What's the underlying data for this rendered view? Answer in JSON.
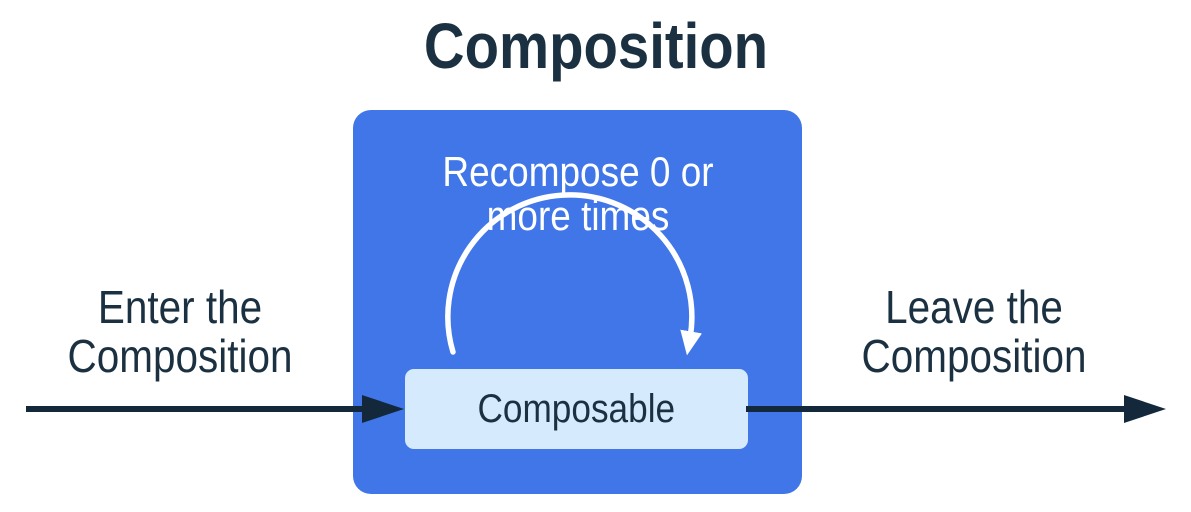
{
  "title": "Composition",
  "colors": {
    "background": "#ffffff",
    "composition_box_fill": "#4176e9",
    "composable_box_fill": "#d5eafc",
    "arrow_dark": "#13293b",
    "label_dark": "#1b3142",
    "arc_white": "#ffffff"
  },
  "labels": {
    "enter": {
      "line1": "Enter the",
      "line2": "Composition"
    },
    "leave": {
      "line1": "Leave the",
      "line2": "Composition"
    },
    "recompose": {
      "line1": "Recompose 0 or",
      "line2": "more times"
    },
    "composable": "Composable"
  }
}
